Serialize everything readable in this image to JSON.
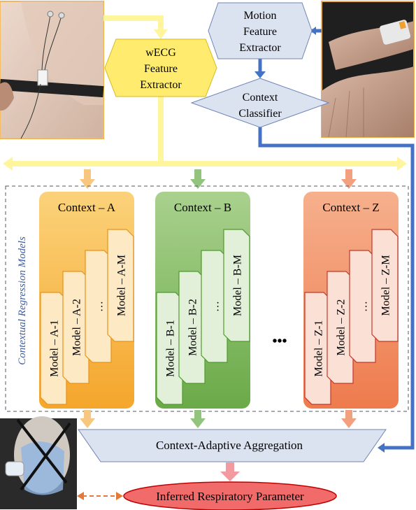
{
  "nodes": {
    "motion_extractor": {
      "line1": "Motion",
      "line2": "Feature",
      "line3": "Extractor"
    },
    "wecg_extractor": {
      "line1": "wECG",
      "line2": "Feature",
      "line3": "Extractor"
    },
    "context_classifier": {
      "line1": "Context",
      "line2": "Classifier"
    },
    "aggregation": "Context-Adaptive Aggregation",
    "output": "Inferred Respiratory Parameter"
  },
  "group_label": "Contextual Regression Models",
  "ellipsis": "•••",
  "contexts": [
    {
      "title": "Context – A",
      "models": [
        "Model – A-1",
        "Model – A-2",
        "…",
        "Model – A-M"
      ]
    },
    {
      "title": "Context – B",
      "models": [
        "Model – B-1",
        "Model – B-2",
        "…",
        "Model – B-M"
      ]
    },
    {
      "title": "Context – Z",
      "models": [
        "Model – Z-1",
        "Model – Z-2",
        "…",
        "Model – Z-M"
      ]
    }
  ],
  "colors": {
    "yellow_arrow": "#fff59d",
    "blue_arrow": "#4472c4",
    "node_fill": "#dce3f0",
    "node_stroke": "#6f85b5",
    "wecg_fill": "#ffec6e",
    "context_a_fill": "#f9c86a",
    "context_b_fill": "#93c47d",
    "context_z_fill": "#f2a07e",
    "output_fill": "#f26b6b",
    "output_stroke": "#c00000"
  },
  "photos": {
    "chest": "chest-worn wECG sensor photo",
    "wrist": "wrist-worn motion sensor photo",
    "mask": "respiratory mask reference photo"
  }
}
